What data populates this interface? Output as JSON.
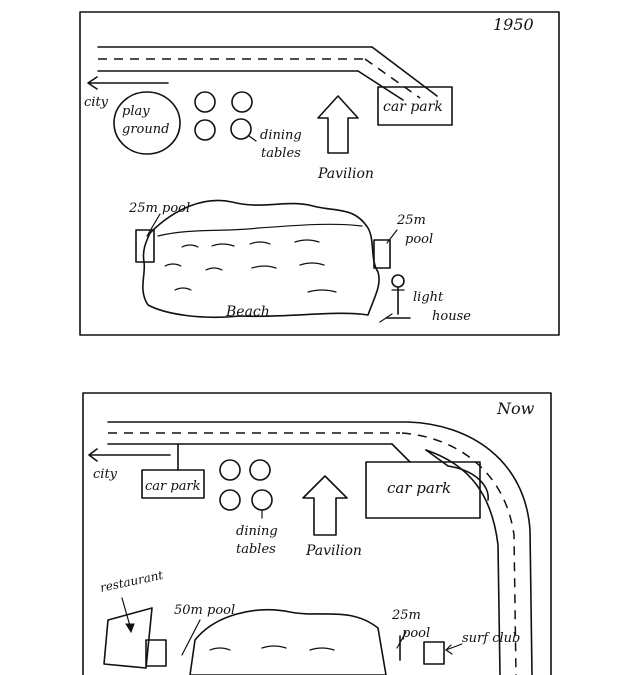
{
  "map_1950": {
    "year": "1950",
    "labels": {
      "city": "city",
      "playground": [
        "play",
        "ground"
      ],
      "dining_tables": [
        "dining",
        "tables"
      ],
      "pavilion": "Pavilion",
      "car_park": "car park",
      "pool_left": "25m pool",
      "pool_right": [
        "25m",
        "pool"
      ],
      "beach": "Beach",
      "lighthouse": [
        "light",
        "house"
      ]
    }
  },
  "map_now": {
    "year": "Now",
    "labels": {
      "city": "city",
      "car_park_small": "car park",
      "car_park_large": "car park",
      "dining_tables": [
        "dining",
        "tables"
      ],
      "pavilion": "Pavilion",
      "restaurant": "restaurant",
      "pool_50m": "50m pool",
      "pool_25m": [
        "25m",
        "pool"
      ],
      "surf_club": "surf club"
    }
  }
}
